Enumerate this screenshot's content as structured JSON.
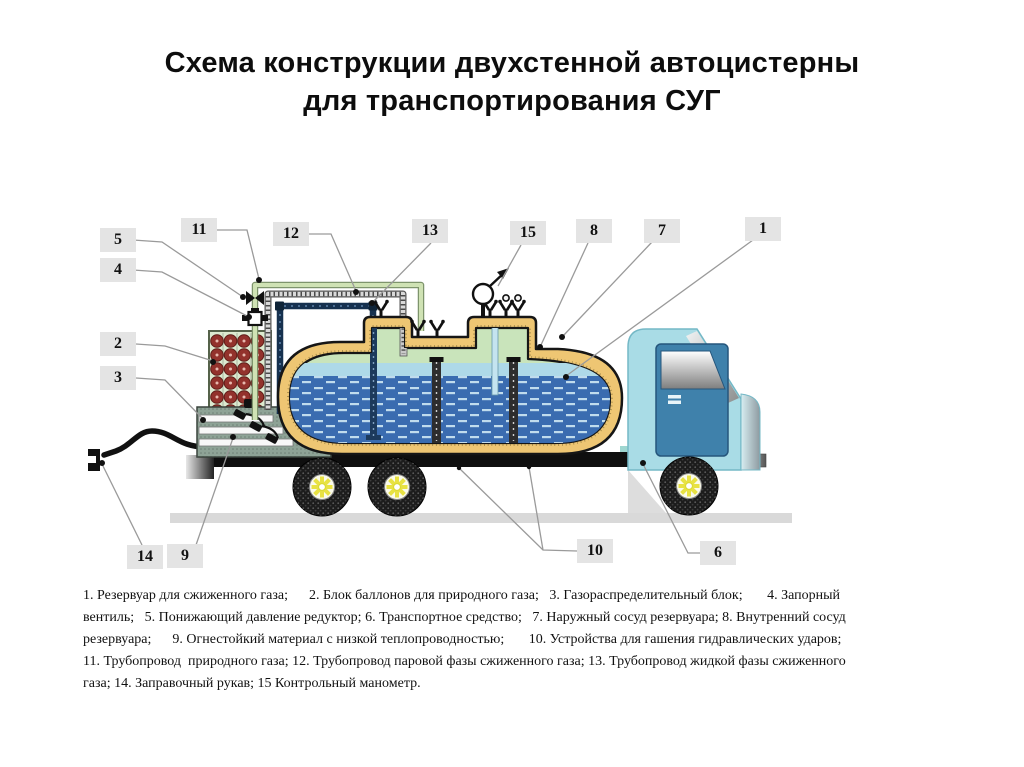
{
  "title": {
    "line1": "Схема конструкции двухстенной автоцистерны",
    "line2": "для транспортирования СУГ"
  },
  "callouts": [
    {
      "num": "5"
    },
    {
      "num": "4"
    },
    {
      "num": "11"
    },
    {
      "num": "12"
    },
    {
      "num": "13"
    },
    {
      "num": "15"
    },
    {
      "num": "8"
    },
    {
      "num": "7"
    },
    {
      "num": "1"
    },
    {
      "num": "2"
    },
    {
      "num": "3"
    },
    {
      "num": "14"
    },
    {
      "num": "9"
    },
    {
      "num": "10"
    },
    {
      "num": "6"
    }
  ],
  "legend": {
    "lines": [
      "1. Резервуар для сжиженного газа;      2. Блок баллонов для природного газа;   3. Газораспределительный блок;       4. Запорный",
      "вентиль;   5. Понижающий давление редуктор; 6. Транспортное средство;   7. Наружный сосуд резервуара; 8. Внутренний сосуд",
      "резервуара;      9. Огнестойкий материал с низкой теплопроводностью;       10. Устройства для гашения гидравлических ударов;",
      "11. Трубопровод  природного газа; 12. Трубопровод паровой фазы сжиженного газа; 13. Трубопровод жидкой фазы сжиженного",
      "газа; 14. Заправочный рукав; 15 Контрольный манометр."
    ]
  },
  "colors": {
    "tank_wall": "#eec673",
    "inner_vapor_zone": "#c9e4bb",
    "liquid_upper": "#aed9e8",
    "liquid": "#3a6cb0",
    "cab_body": "#a9dce6",
    "cab_door": "#3f81ab",
    "pipe_natural_gas": "#cfe2b4",
    "pipe_vapor_phase": "#d9d9d9",
    "pipe_liquid_phase": "#16314f",
    "cylinders": "#93322c",
    "callout_bg": "#e4e4e4",
    "road": "#d9d9d9"
  }
}
